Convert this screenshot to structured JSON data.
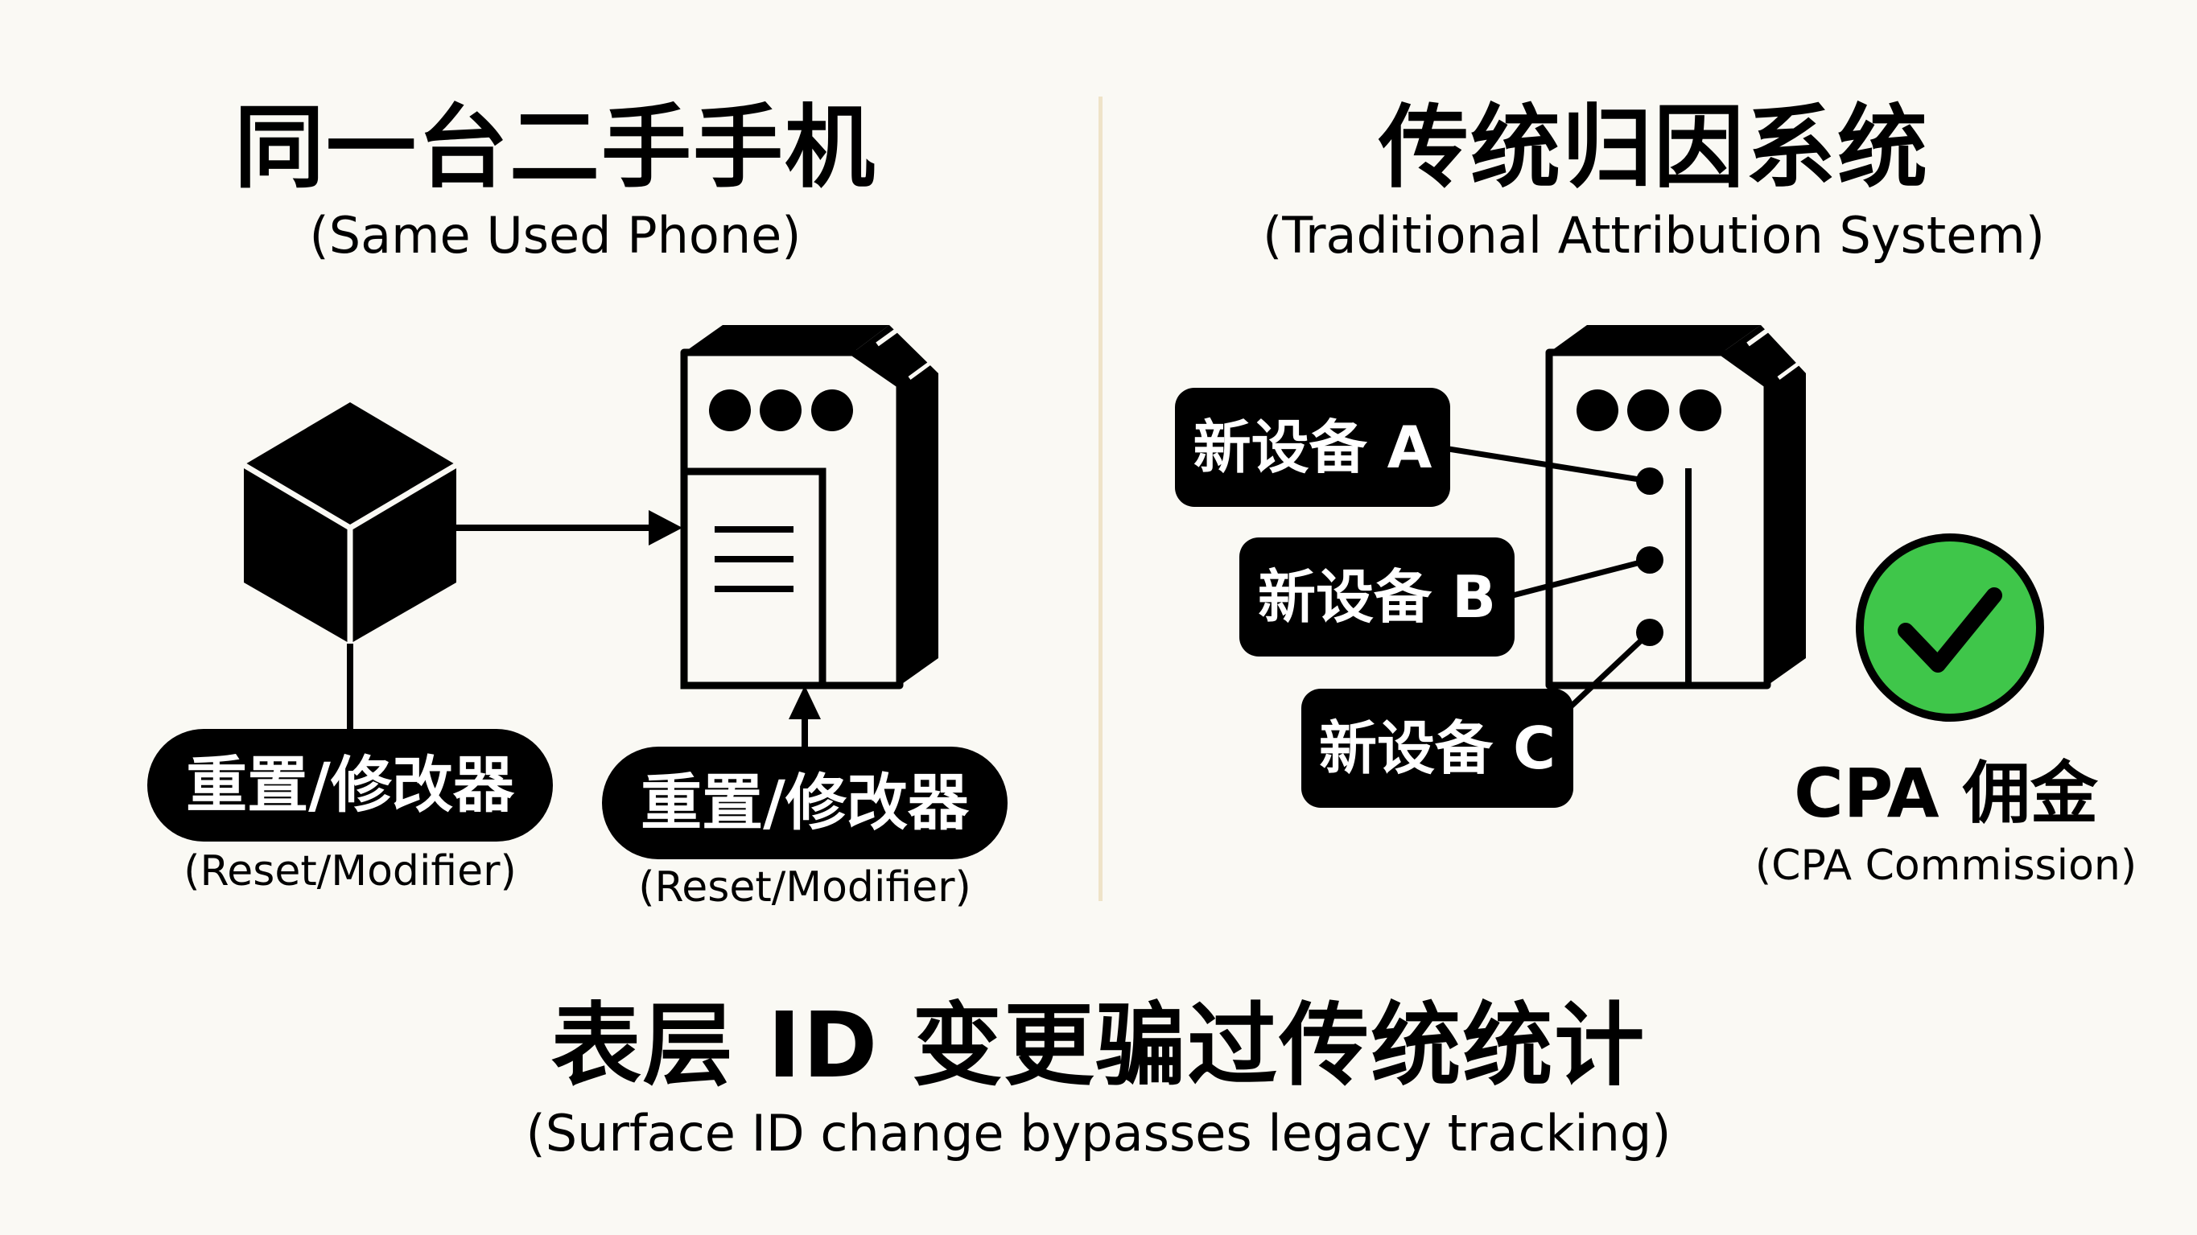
{
  "left": {
    "title": "同一台二手手机",
    "subtitle": "(Same Used Phone)",
    "reset_label_1": "重置/修改器",
    "reset_sub_1": "(Reset/Modifier)",
    "reset_label_2": "重置/修改器",
    "reset_sub_2": "(Reset/Modifier)",
    "icons": [
      "cube-icon",
      "server-icon"
    ]
  },
  "right": {
    "title": "传统归因系统",
    "subtitle": "(Traditional Attribution System)",
    "devices": [
      "新设备 A",
      "新设备 B",
      "新设备 C"
    ],
    "cpa_title": "CPA 佣金",
    "cpa_sub": "(CPA Commission)",
    "icons": [
      "server-icon",
      "check-icon"
    ]
  },
  "footer": {
    "title": "表层 ID 变更骗过传统统计",
    "subtitle": "(Surface ID change bypasses legacy tracking)"
  },
  "colors": {
    "background": "#faf9f4",
    "ink": "#000000",
    "divider": "#efe3c8",
    "check_green": "#3fc64a"
  }
}
